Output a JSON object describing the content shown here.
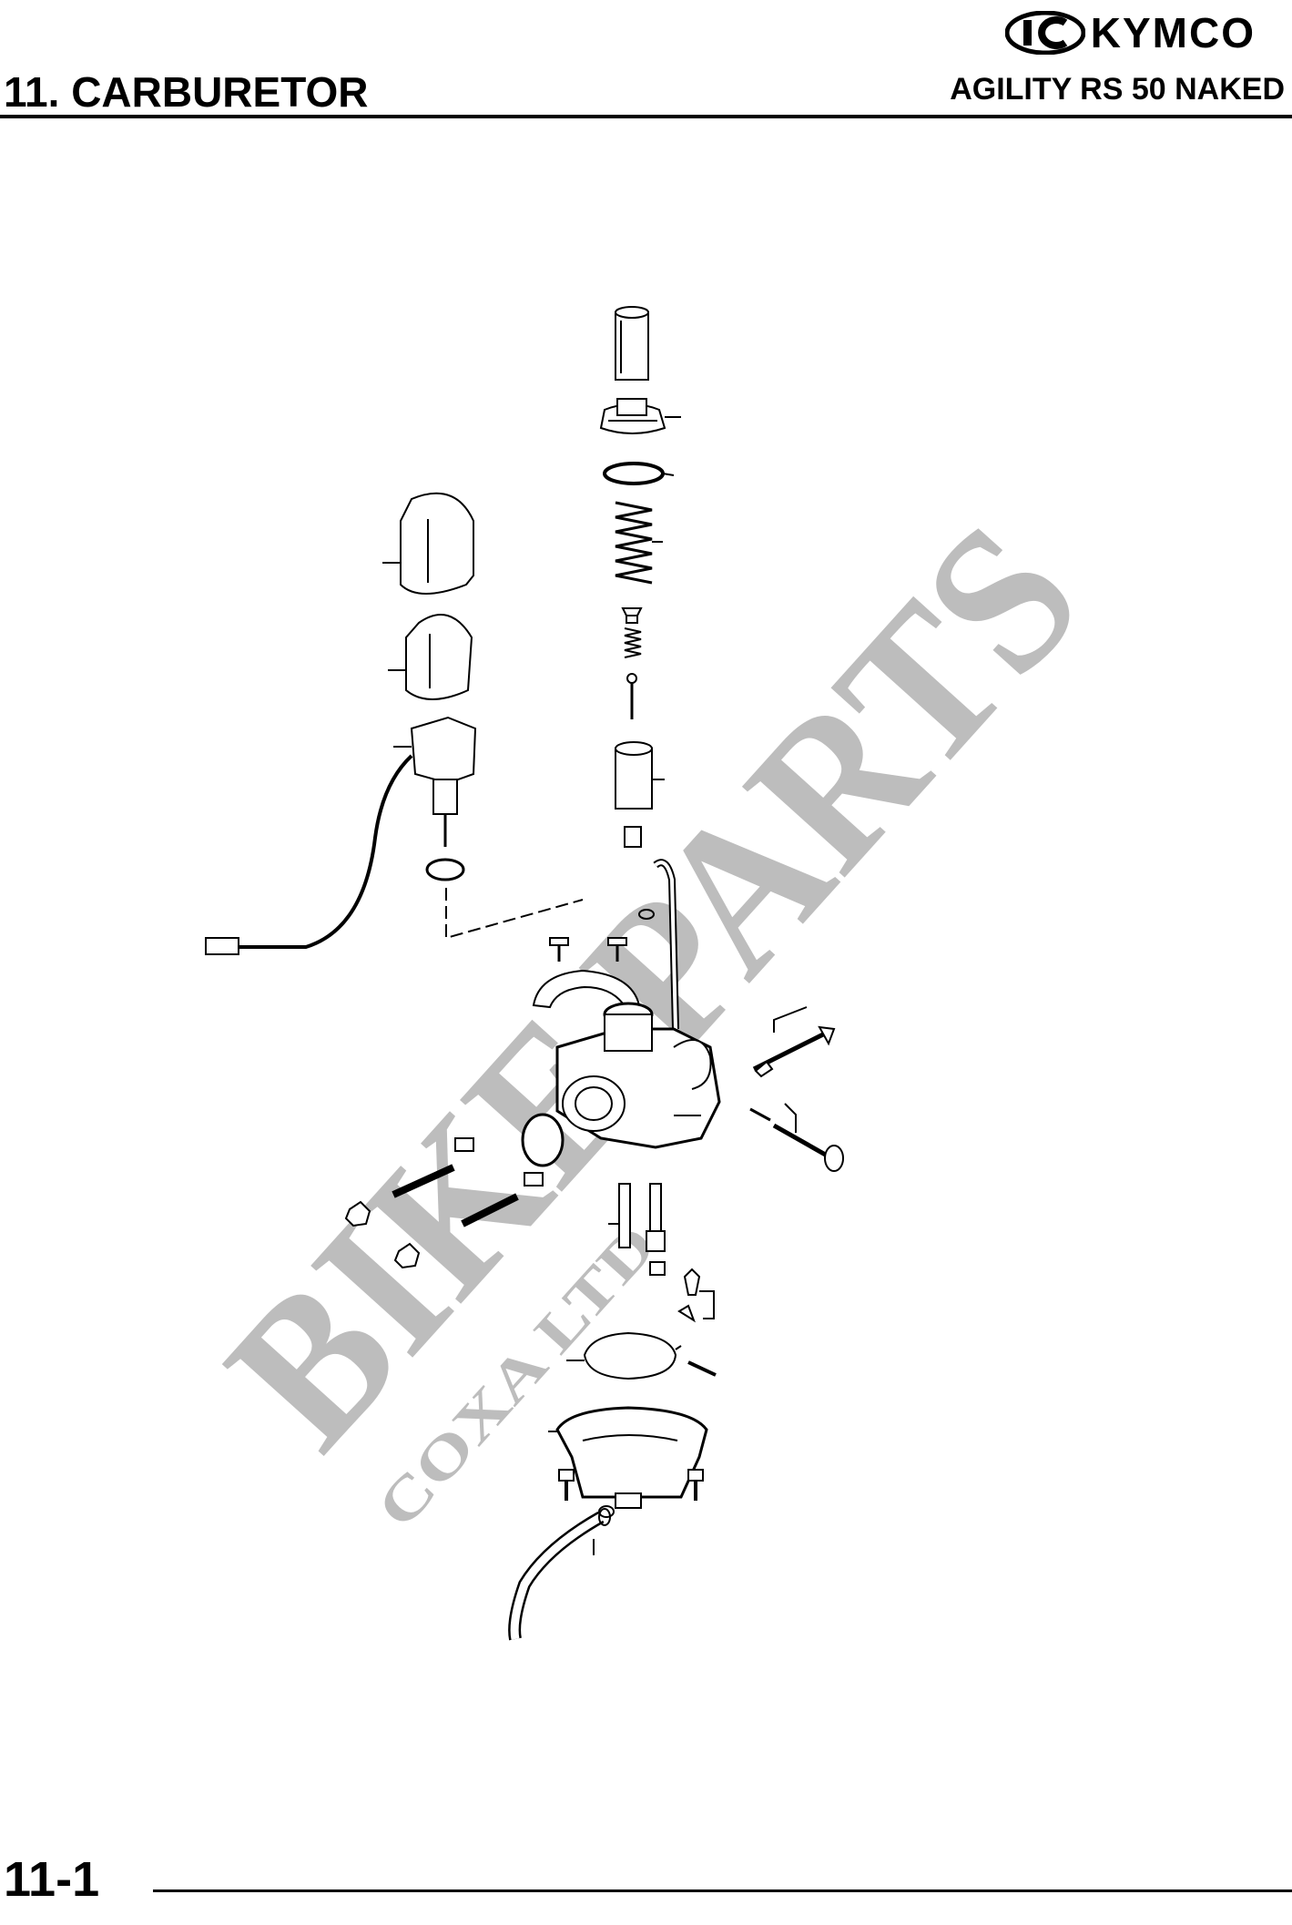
{
  "header": {
    "brand_name": "KYMCO",
    "chapter_title": "11. CARBURETOR",
    "model_name": "AGILITY RS 50 NAKED"
  },
  "watermark": {
    "main_text": "BIKE PARTS",
    "sub_text": "COXA LTD"
  },
  "footer": {
    "page_number": "11-1"
  },
  "colors": {
    "ink": "#000000",
    "watermark": "#bdbdbd",
    "background": "#ffffff"
  }
}
